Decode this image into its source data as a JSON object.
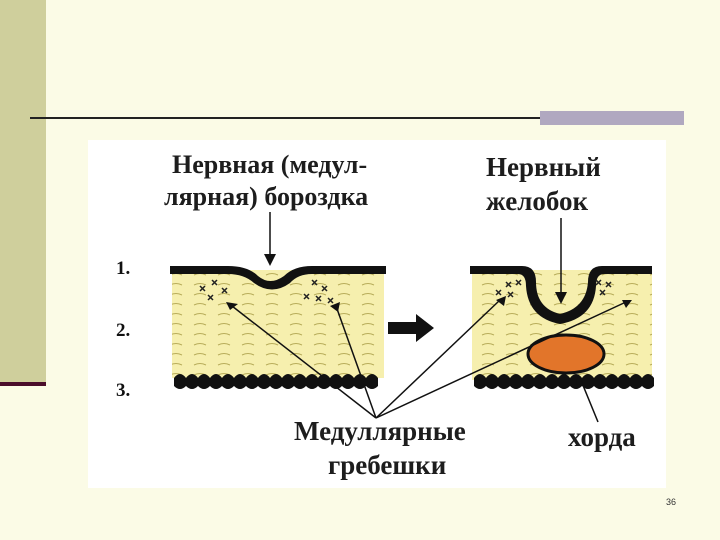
{
  "labels": {
    "groove": [
      "Нервная (медул-",
      "лярная) бороздка"
    ],
    "gutter": [
      "Нервный",
      "желобок"
    ],
    "crests": [
      "Медуллярные",
      "гребешки"
    ],
    "notochord": "хорда"
  },
  "layer_numbers": [
    "1.",
    "2.",
    "3."
  ],
  "page_number": "36",
  "colors": {
    "tissue": "#f6efae",
    "notochord": "#e2752a",
    "ink": "#111111",
    "sidebar": "#cfcf9c",
    "sidebar_edge": "#4a0d2a"
  }
}
